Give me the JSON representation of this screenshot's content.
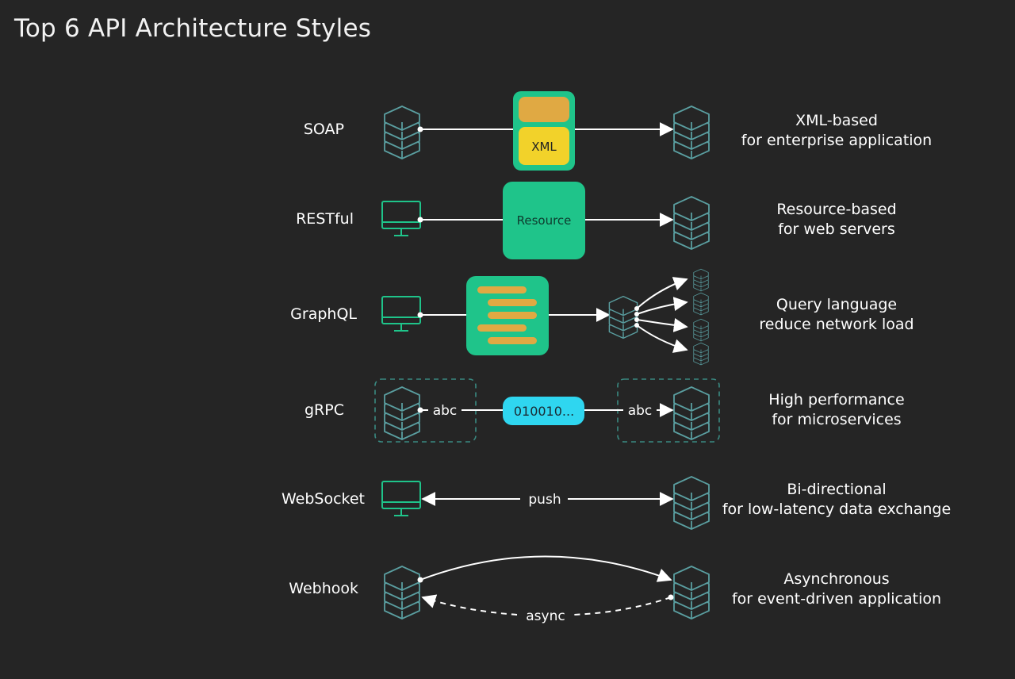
{
  "title": "Top 6 API Architecture Styles",
  "colors": {
    "background": "#252525",
    "accent_green": "#1fc48a",
    "dark_green": "#0e5a46",
    "soap_orange": "#e0a943",
    "soap_yellow": "#f2d22a",
    "graphql_bars": "#e0a943",
    "grpc_cyan": "#2fd6f0",
    "icon_stroke": "#5a9ea0"
  },
  "styles": [
    {
      "name": "SOAP",
      "desc_line1": "XML-based",
      "desc_line2": "for enterprise application",
      "box_label": "XML",
      "client_icon": "server-stack-icon"
    },
    {
      "name": "RESTful",
      "desc_line1": "Resource-based",
      "desc_line2": "for web servers",
      "box_label": "Resource",
      "client_icon": "monitor-icon"
    },
    {
      "name": "GraphQL",
      "desc_line1": "Query language",
      "desc_line2": "reduce network load",
      "client_icon": "monitor-icon"
    },
    {
      "name": "gRPC",
      "desc_line1": "High performance",
      "desc_line2": "for microservices",
      "left_label": "abc",
      "payload_label": "010010...",
      "right_label": "abc",
      "client_icon": "server-stack-icon"
    },
    {
      "name": "WebSocket",
      "desc_line1": "Bi-directional",
      "desc_line2": "for low-latency data exchange",
      "arrow_label": "push",
      "client_icon": "monitor-icon"
    },
    {
      "name": "Webhook",
      "desc_line1": "Asynchronous",
      "desc_line2": "for event-driven application",
      "arrow_label": "async",
      "client_icon": "server-stack-icon"
    }
  ]
}
